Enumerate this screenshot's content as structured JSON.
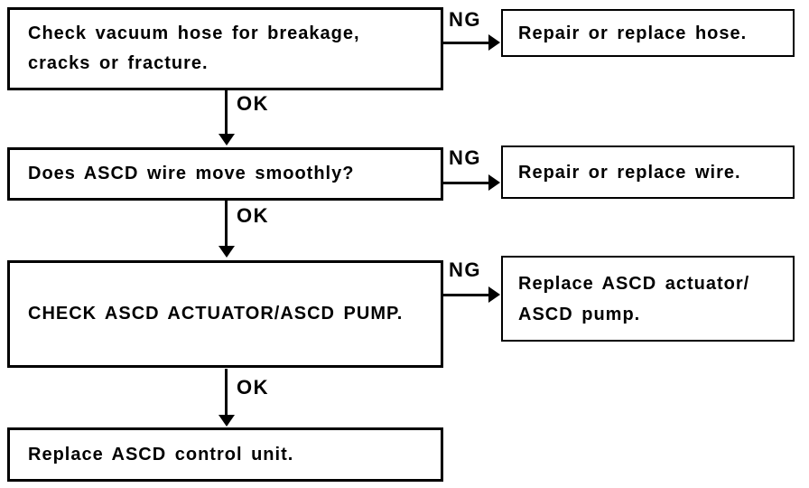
{
  "labels": {
    "ok": "OK",
    "ng": "NG"
  },
  "steps": [
    {
      "lines": [
        "Check vacuum hose for breakage,",
        "cracks or fracture."
      ]
    },
    {
      "lines": [
        "Does ASCD wire move smoothly?"
      ]
    },
    {
      "lines": [
        "CHECK ASCD ACTUATOR/ASCD PUMP."
      ]
    },
    {
      "lines": [
        "Replace ASCD control unit."
      ]
    }
  ],
  "ng_actions": [
    {
      "lines": [
        "Repair or replace hose."
      ]
    },
    {
      "lines": [
        "Repair or replace wire."
      ]
    },
    {
      "lines": [
        "Replace ASCD actuator/",
        "ASCD pump."
      ]
    }
  ],
  "colors": {
    "line": "#000000",
    "text": "#000000",
    "background": "#ffffff"
  }
}
